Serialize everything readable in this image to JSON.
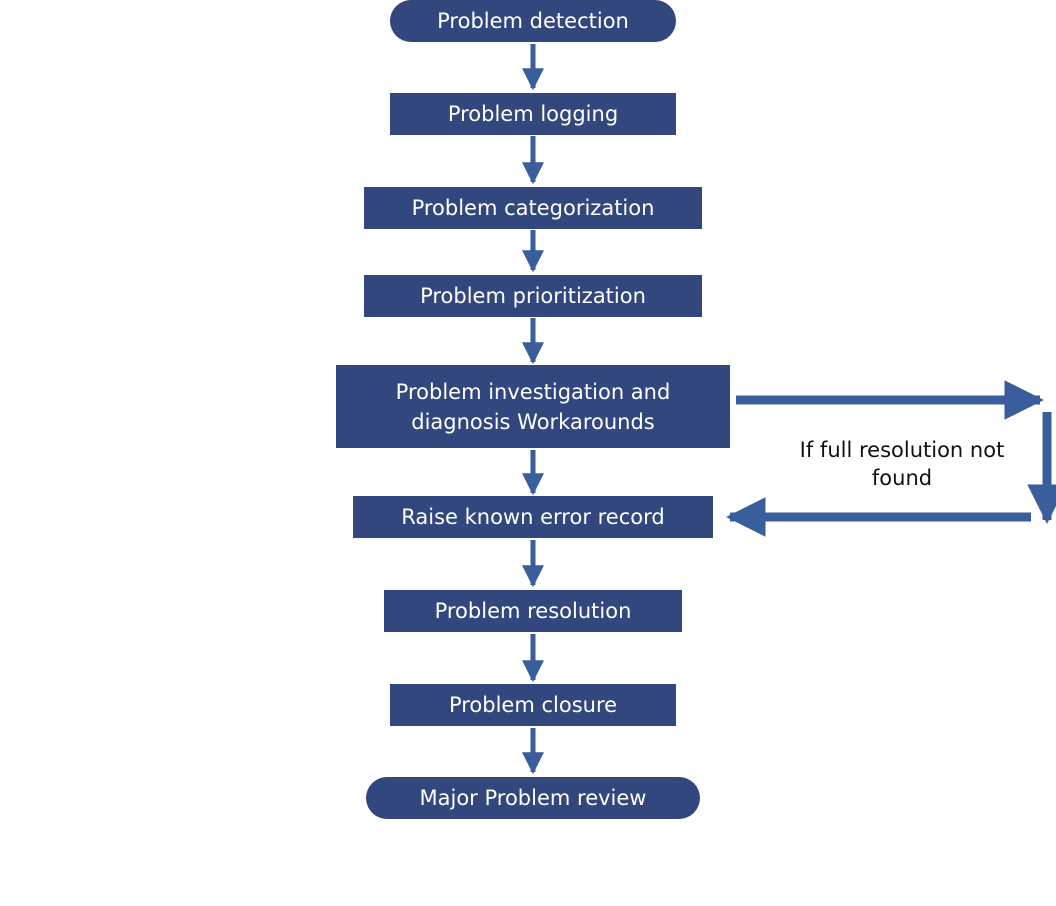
{
  "colors": {
    "box": "#33477f",
    "arrow": "#3a5d9c",
    "box_text": "#ffffff",
    "note_text": "#111111"
  },
  "steps": [
    {
      "label": "Problem detection",
      "shape": "pill"
    },
    {
      "label": "Problem logging",
      "shape": "rect"
    },
    {
      "label": "Problem categorization",
      "shape": "rect"
    },
    {
      "label": "Problem prioritization",
      "shape": "rect"
    },
    {
      "label": "Problem investigation and diagnosis Workarounds",
      "shape": "rect"
    },
    {
      "label": "Raise known error record",
      "shape": "rect"
    },
    {
      "label": "Problem resolution",
      "shape": "rect"
    },
    {
      "label": "Problem closure",
      "shape": "rect"
    },
    {
      "label": "Major Problem review",
      "shape": "pill"
    }
  ],
  "loop_note": "If full resolution not found"
}
